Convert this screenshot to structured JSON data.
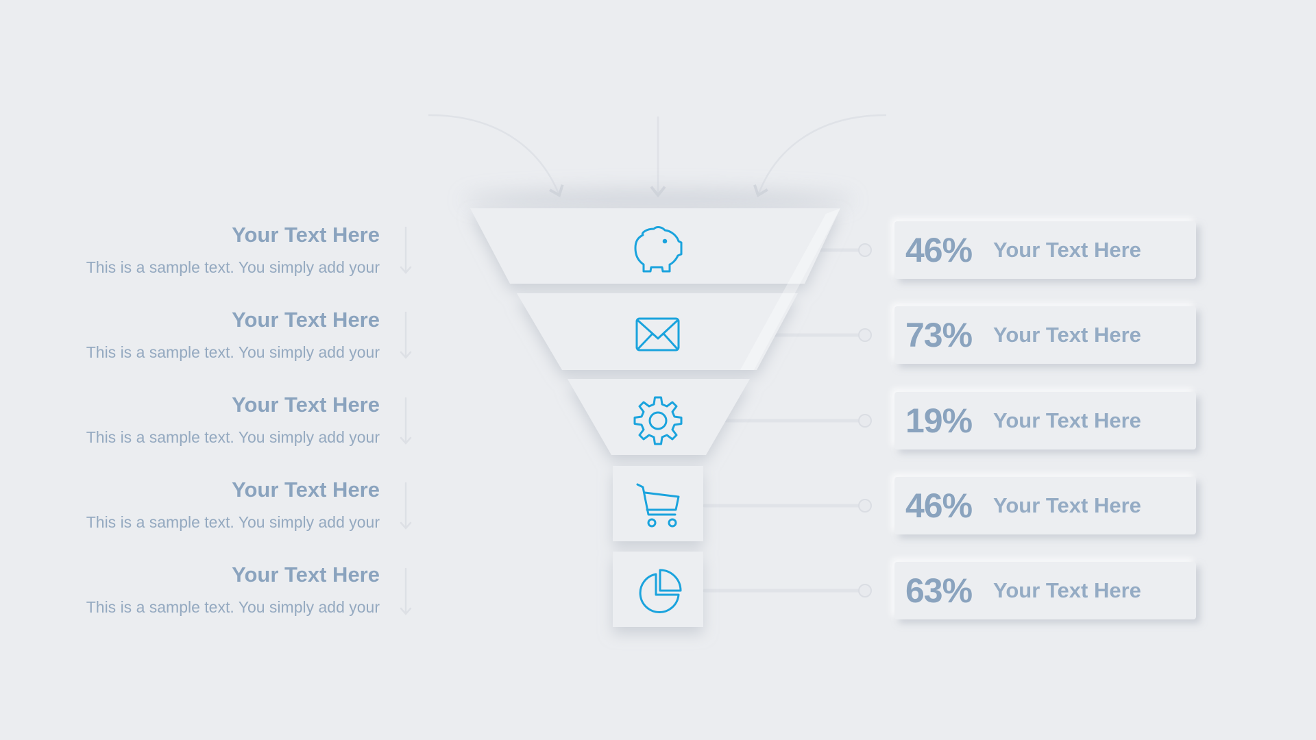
{
  "colors": {
    "background": "#ebedf0",
    "icon": "#1aa3dd",
    "text": "#8aa3be"
  },
  "funnel": {
    "stages": [
      {
        "icon": "piggy-bank-icon"
      },
      {
        "icon": "envelope-icon"
      },
      {
        "icon": "gear-icon"
      },
      {
        "icon": "shopping-cart-icon"
      },
      {
        "icon": "pie-chart-icon"
      }
    ]
  },
  "left_items": [
    {
      "title": "Your Text Here",
      "desc": "This is a sample text. You simply add your"
    },
    {
      "title": "Your Text Here",
      "desc": "This is a sample text. You simply add your"
    },
    {
      "title": "Your Text Here",
      "desc": "This is a sample text. You simply add your"
    },
    {
      "title": "Your Text Here",
      "desc": "This is a sample text. You simply add your"
    },
    {
      "title": "Your Text Here",
      "desc": "This is a sample text. You simply add your"
    }
  ],
  "right_items": [
    {
      "value": "46%",
      "label": "Your Text Here"
    },
    {
      "value": "73%",
      "label": "Your Text Here"
    },
    {
      "value": "19%",
      "label": "Your Text Here"
    },
    {
      "value": "46%",
      "label": "Your Text Here"
    },
    {
      "value": "63%",
      "label": "Your Text Here"
    }
  ]
}
